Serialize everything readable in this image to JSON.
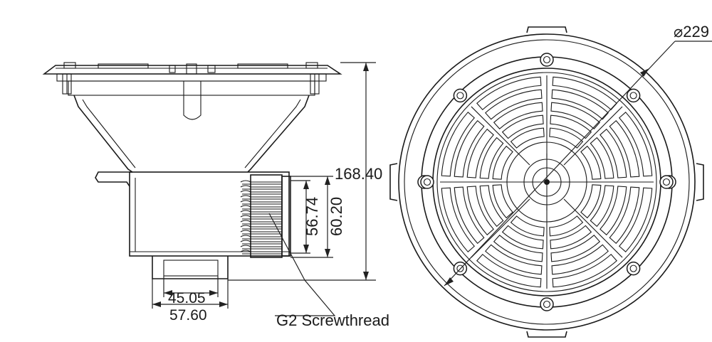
{
  "drawing": {
    "dimensions": {
      "overall_height": "168.40",
      "thread_inner": "56.74",
      "thread_outer": "60.20",
      "outlet_inner": "45.05",
      "outlet_outer": "57.60",
      "diameter": "⌀229"
    },
    "callouts": {
      "thread_label": "G2 Screwthread"
    }
  }
}
